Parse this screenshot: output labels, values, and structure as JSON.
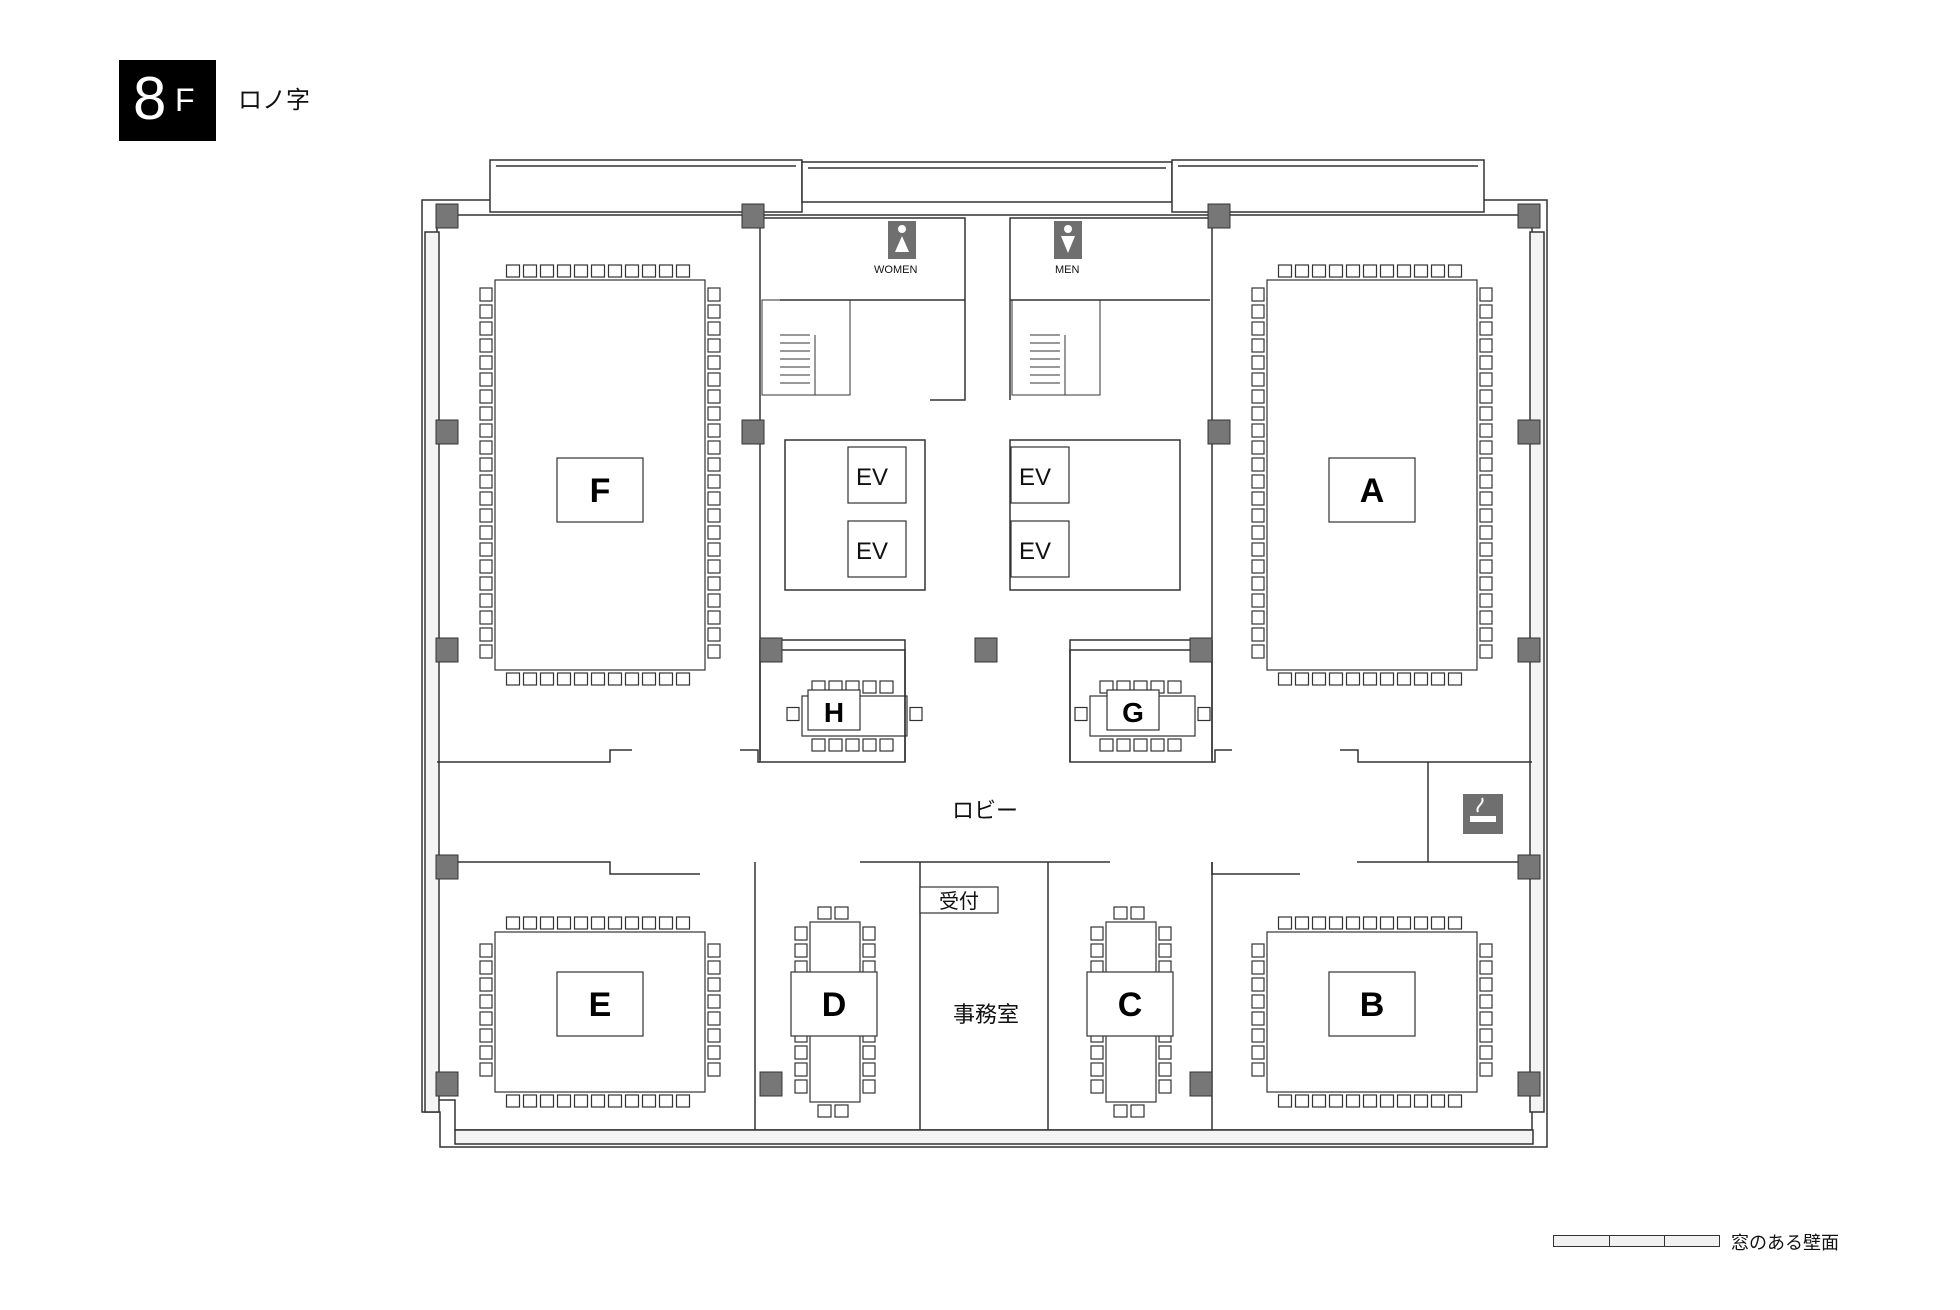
{
  "floor": {
    "number": "8",
    "unit": "F",
    "layout_name": "ロノ字"
  },
  "rooms": {
    "A": "A",
    "B": "B",
    "C": "C",
    "D": "D",
    "E": "E",
    "F": "F",
    "G": "G",
    "H": "H"
  },
  "elevator": "EV",
  "restrooms": {
    "women": "WOMEN",
    "men": "MEN"
  },
  "areas": {
    "lobby": "ロビー",
    "reception": "受付",
    "office": "事務室"
  },
  "icons": {
    "women": "women-restroom-icon",
    "men": "men-restroom-icon",
    "smoking": "smoking-area-icon"
  },
  "legend": {
    "label": "窓のある壁面"
  }
}
